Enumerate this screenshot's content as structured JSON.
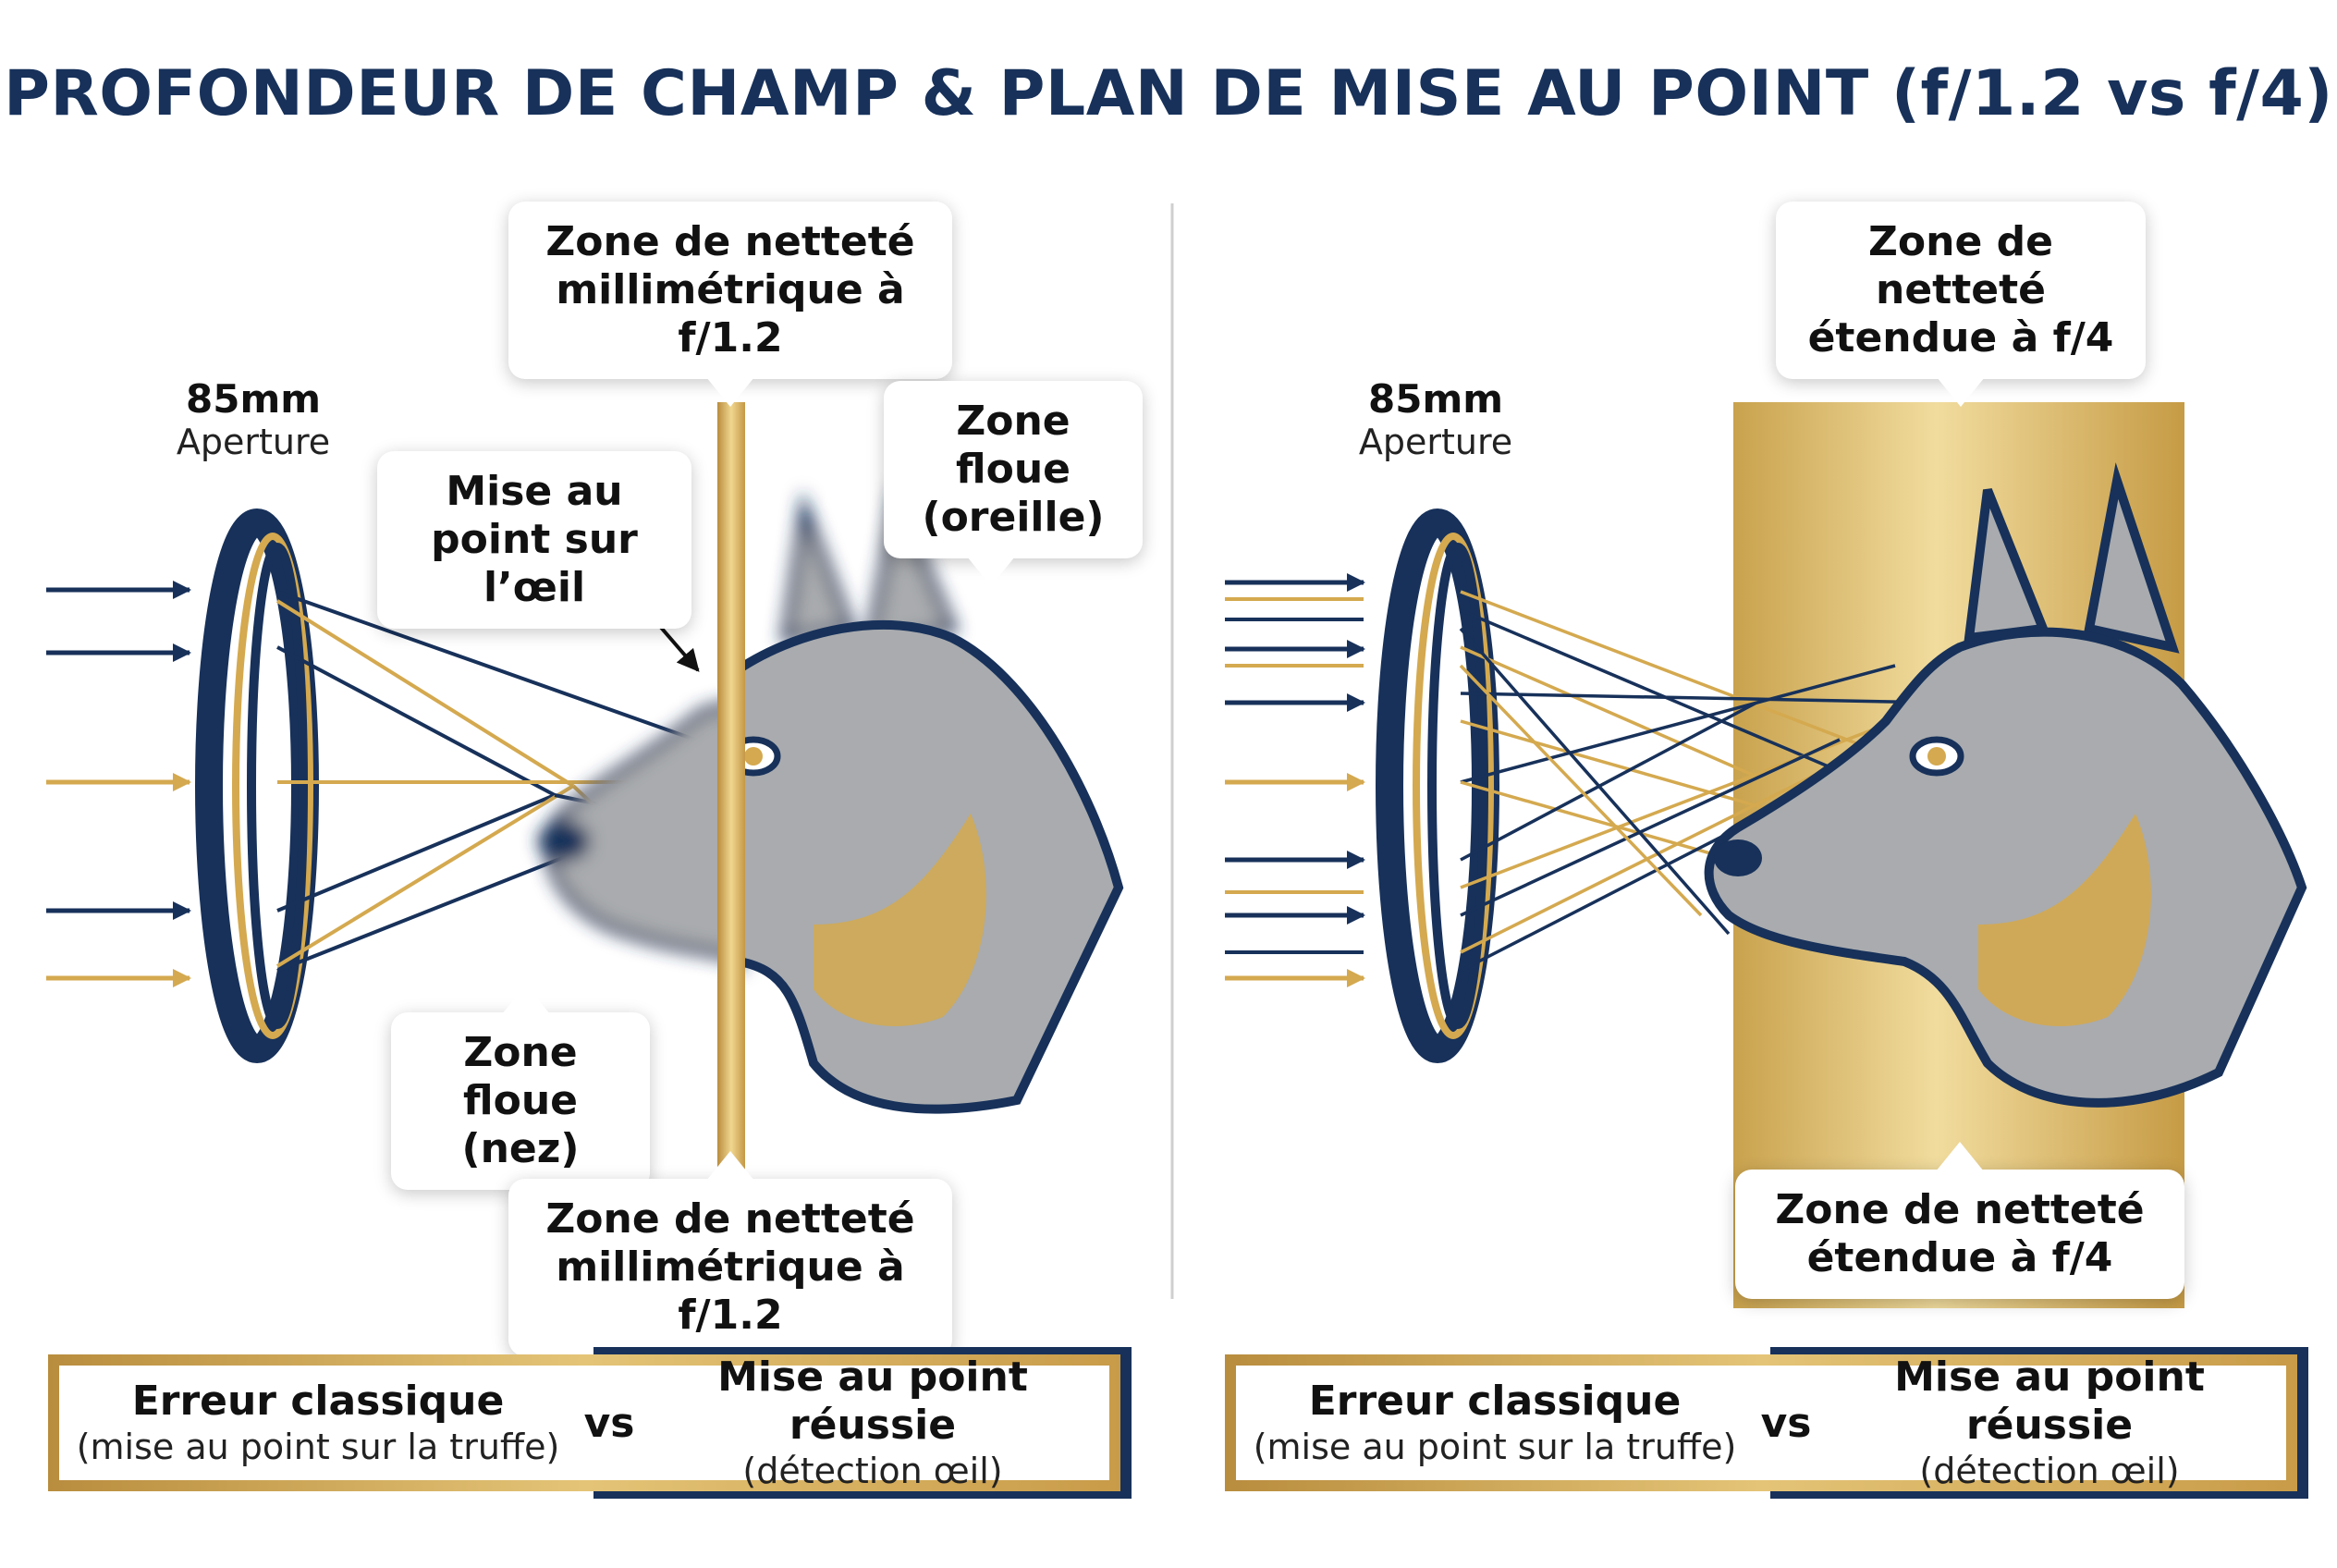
{
  "title": "PROFONDEUR DE CHAMP & PLAN DE MISE AU POINT (f/1.2 vs f/4)",
  "colors": {
    "navy": "#17315a",
    "gold": "#d4a94f",
    "gray": "#a9abae"
  },
  "left_panel": {
    "lens": {
      "focal": "85mm",
      "label": "Aperture"
    },
    "callouts": {
      "zone_top": "Zone de netteté millimétrique à f/1.2",
      "focus_eye": "Mise au point sur l’œil",
      "blur_ear": "Zone floue (oreille)",
      "blur_nose": "Zone floue (nez)",
      "zone_bottom": "Zone de netteté millimétrique à f/1.2"
    },
    "comparison": {
      "left_title": "Erreur classique",
      "left_sub": "(mise au point sur la truffe)",
      "vs": "vs",
      "right_title": "Mise au point réussie",
      "right_sub": "(détection œil)"
    }
  },
  "right_panel": {
    "lens": {
      "focal": "85mm",
      "label": "Aperture"
    },
    "callouts": {
      "zone_top": "Zone de netteté étendue à f/4",
      "zone_bottom": "Zone de netteté étendue à f/4"
    },
    "comparison": {
      "left_title": "Erreur classique",
      "left_sub": "(mise au point sur la truffe)",
      "vs": "vs",
      "right_title": "Mise au point réussie",
      "right_sub": "(détection œil)"
    }
  }
}
